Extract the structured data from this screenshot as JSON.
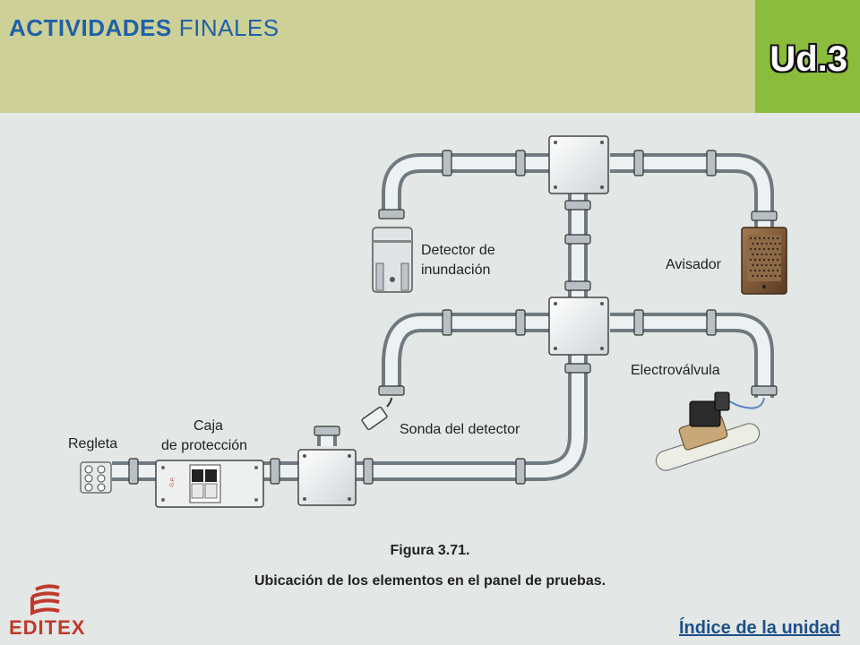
{
  "header": {
    "title_bold": "ACTIVIDADES",
    "title_light": "FINALES",
    "unit_label": "Ud.3"
  },
  "diagram": {
    "labels": {
      "regleta": "Regleta",
      "caja_line1": "Caja",
      "caja_line2": "de protección",
      "detector_line1": "Detector de",
      "detector_line2": "inundación",
      "avisador": "Avisador",
      "electrovalvula": "Electroválvula",
      "sonda": "Sonda del detector"
    }
  },
  "caption": {
    "figure_number": "Figura 3.71.",
    "text": "Ubicación de los elementos en el panel de pruebas."
  },
  "footer": {
    "logo_text": "EDITEX",
    "index_link": "Índice de la unidad"
  },
  "colors": {
    "header_bg": "#cdd097",
    "unit_bg": "#8bbc3b",
    "title_color": "#1e61a8",
    "logo_red": "#c0392b",
    "page_bg": "#e3e7e5"
  }
}
